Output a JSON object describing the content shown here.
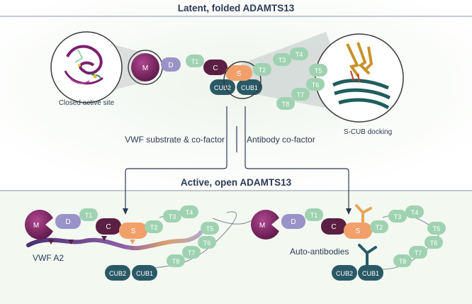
{
  "headings": {
    "top": "Latent, folded ADAMTS13",
    "bottom": "Active, open ADAMTS13"
  },
  "labels": {
    "closed_active_site": "Closed active site",
    "s_cub_docking": "S-CUB docking",
    "vwf_substrate": "VWF substrate & co-factor",
    "antibody_cofactor": "Antibody co-factor",
    "vwf_a2": "VWF A2",
    "auto_antibodies": "Auto-antibodies"
  },
  "domains": {
    "M": "M",
    "D": "D",
    "T1": "T1",
    "C": "C",
    "S": "S",
    "T2": "T2",
    "T3": "T3",
    "T4": "T4",
    "T5": "T5",
    "T6": "T6",
    "T7": "T7",
    "T8": "T8",
    "CUB1": "CUB1",
    "CUB2": "CUB2"
  },
  "colors": {
    "M": "#7a1f5e",
    "D": "#9a93c8",
    "T": "#9fd2b1",
    "C": "#5a1f42",
    "S": "#f2a06a",
    "CUB": "#2a5966",
    "heading": "#2b3a55",
    "vwf_strand": "#6b4b8a",
    "antibody": "#2a5966",
    "antibody_orange": "#e8a55a"
  }
}
